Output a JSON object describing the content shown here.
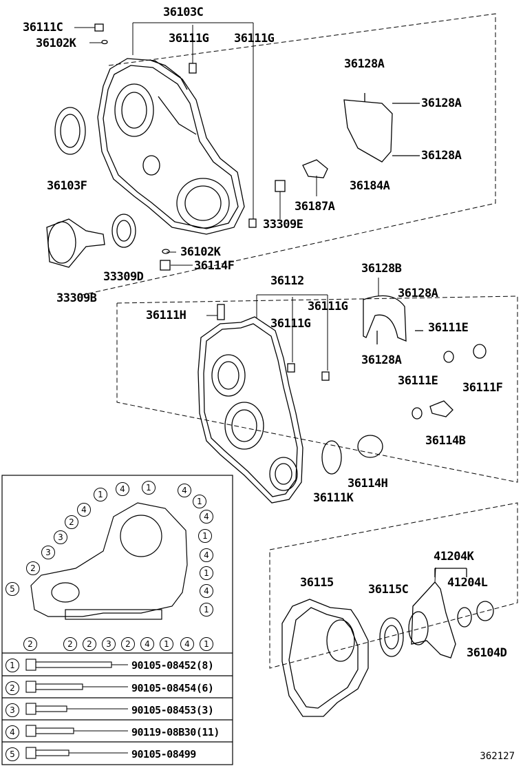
{
  "labels": {
    "p36103C": "36103C",
    "p36111C": "36111C",
    "p36102K_top": "36102K",
    "p36111G_1": "36111G",
    "p36111G_2": "36111G",
    "p36128A_1": "36128A",
    "p36128A_2": "36128A",
    "p36128A_3": "36128A",
    "p36103F": "36103F",
    "p36184A": "36184A",
    "p36187A": "36187A",
    "p33309E": "33309E",
    "p36102K_bot": "36102K",
    "p36114F": "36114F",
    "p33309D": "33309D",
    "p33309B": "33309B",
    "p36128B": "36128B",
    "p36112": "36112",
    "p36111H": "36111H",
    "p36111G_3": "36111G",
    "p36111G_4": "36111G",
    "p36128A_4": "36128A",
    "p36111E_1": "36111E",
    "p36128A_5": "36128A",
    "p36111F": "36111F",
    "p36111E_2": "36111E",
    "p36114B": "36114B",
    "p36114H": "36114H",
    "p36111K": "36111K",
    "p41204K": "41204K",
    "p36115": "36115",
    "p36115C": "36115C",
    "p41204L": "41204L",
    "p36104D": "36104D"
  },
  "bolts": [
    {
      "num": "1",
      "part": "90105-08452(8)"
    },
    {
      "num": "2",
      "part": "90105-08454(6)"
    },
    {
      "num": "3",
      "part": "90105-08453(3)"
    },
    {
      "num": "4",
      "part": "90119-08B30(11)"
    },
    {
      "num": "5",
      "part": "90105-08499"
    }
  ],
  "callouts": [
    "1",
    "2",
    "3",
    "4",
    "5"
  ],
  "ref_number": "362127"
}
